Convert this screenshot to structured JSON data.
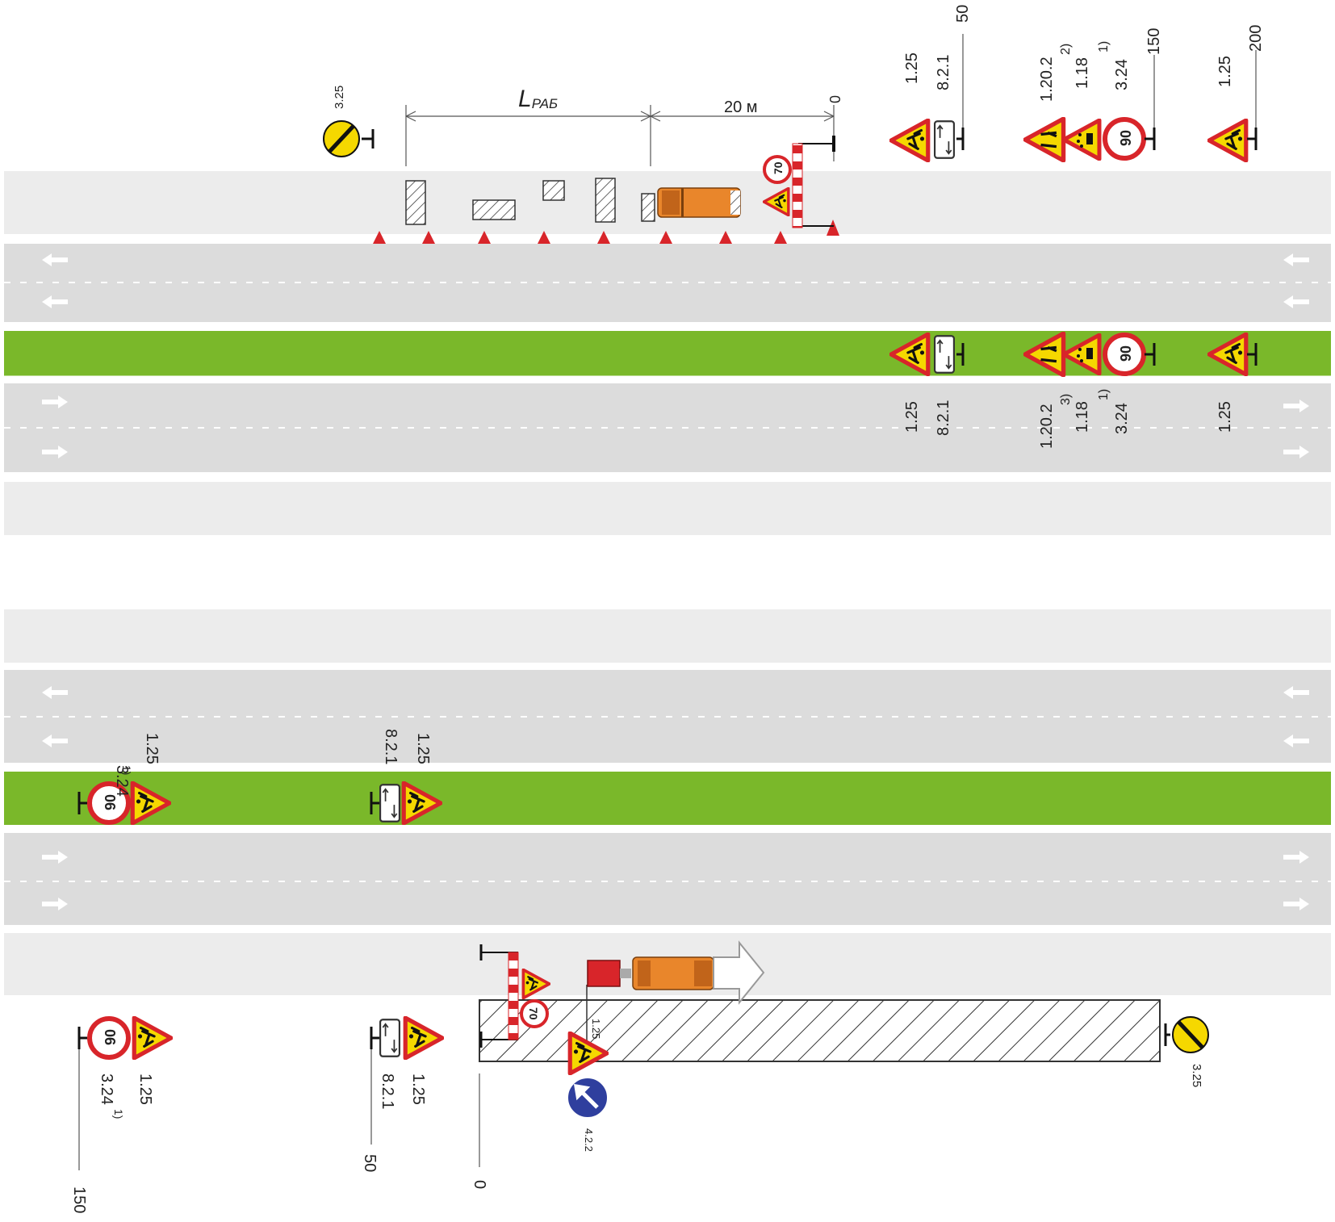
{
  "colors": {
    "road": "#dcdcdc",
    "shoulder": "#ededed",
    "median": "#7ab82a",
    "sign_red": "#d8252a",
    "sign_yellow": "#f5d800",
    "sign_blue": "#2f3f9e",
    "truck_orange": "#e9862b",
    "cone": "#d8252a"
  },
  "top_scheme": {
    "l_work_label_main": "L",
    "l_work_label_sub": "РАБ",
    "distance_20_label": "20 м",
    "zero_label": "0",
    "end_sign_label": "3.25",
    "barrier_sign_value": "70",
    "speed_sign_value": "90",
    "groups": [
      {
        "chainage": "50",
        "labels": [
          "1.25",
          "8.2.1"
        ]
      },
      {
        "chainage": "150",
        "labels": [
          "1.20.2",
          "2)",
          "1.18",
          "1)",
          "3.24"
        ]
      },
      {
        "chainage": "200",
        "labels": [
          "1.25"
        ]
      }
    ],
    "median_groups": [
      {
        "labels": [
          "1.25",
          "8.2.1"
        ]
      },
      {
        "labels": [
          "1.20.2",
          "3)",
          "1.18",
          "1)",
          "3.24"
        ]
      },
      {
        "labels": [
          "1.25"
        ]
      }
    ]
  },
  "bottom_scheme": {
    "zero_label": "0",
    "speed_sign_value": "90",
    "barrier_sign_value": "70",
    "end_sign_label": "3.25",
    "keep_sign_label": "4.2.2",
    "near_sign_label": "1.25",
    "median_groups": [
      {
        "labels": [
          "3.24",
          "1)",
          "1.25"
        ]
      },
      {
        "labels": [
          "8.2.1",
          "1.25"
        ]
      }
    ],
    "roadside_groups": [
      {
        "chainage": "150",
        "labels": [
          "3.24",
          "1)",
          "1.25"
        ]
      },
      {
        "chainage": "50",
        "labels": [
          "8.2.1",
          "1.25"
        ]
      }
    ]
  }
}
